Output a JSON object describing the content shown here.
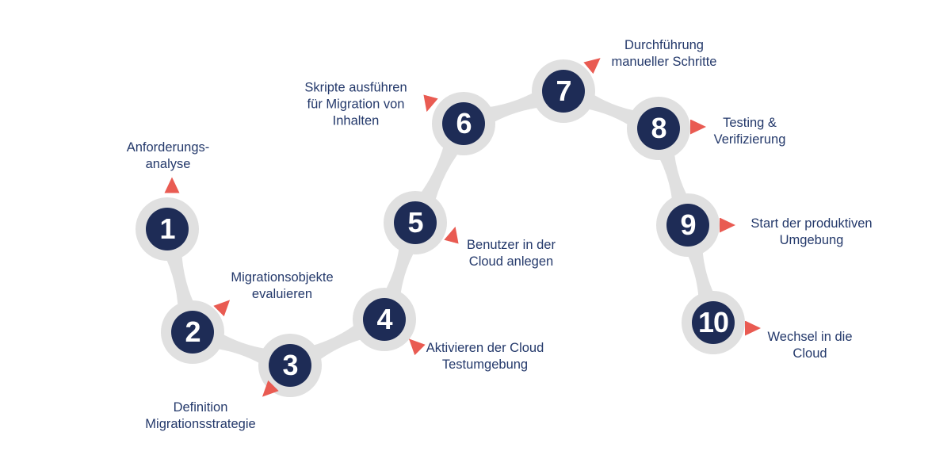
{
  "diagram": {
    "type": "process-flow",
    "language": "de",
    "steps": [
      {
        "number": "1",
        "label": "Anforderungs-\nanalyse"
      },
      {
        "number": "2",
        "label": "Migrationsobjekte\nevaluieren"
      },
      {
        "number": "3",
        "label": "Definition\nMigrationsstrategie"
      },
      {
        "number": "4",
        "label": "Aktivieren der Cloud\nTestumgebung"
      },
      {
        "number": "5",
        "label": "Benutzer in der\nCloud anlegen"
      },
      {
        "number": "6",
        "label": "Skripte ausführen\nfür Migration von\nInhalten"
      },
      {
        "number": "7",
        "label": "Durchführung\nmanueller Schritte"
      },
      {
        "number": "8",
        "label": "Testing &\nVerifizierung"
      },
      {
        "number": "9",
        "label": "Start der produktiven\nUmgebung"
      },
      {
        "number": "10",
        "label": "Wechsel in die\nCloud"
      }
    ],
    "colors": {
      "node_fill": "#1E2C56",
      "node_ring": "#E0E0E0",
      "connector": "#E0E0E0",
      "label_text": "#24396B",
      "arrow": "#E95B52",
      "number_text": "#FFFFFF",
      "background": "#FFFFFF"
    }
  }
}
